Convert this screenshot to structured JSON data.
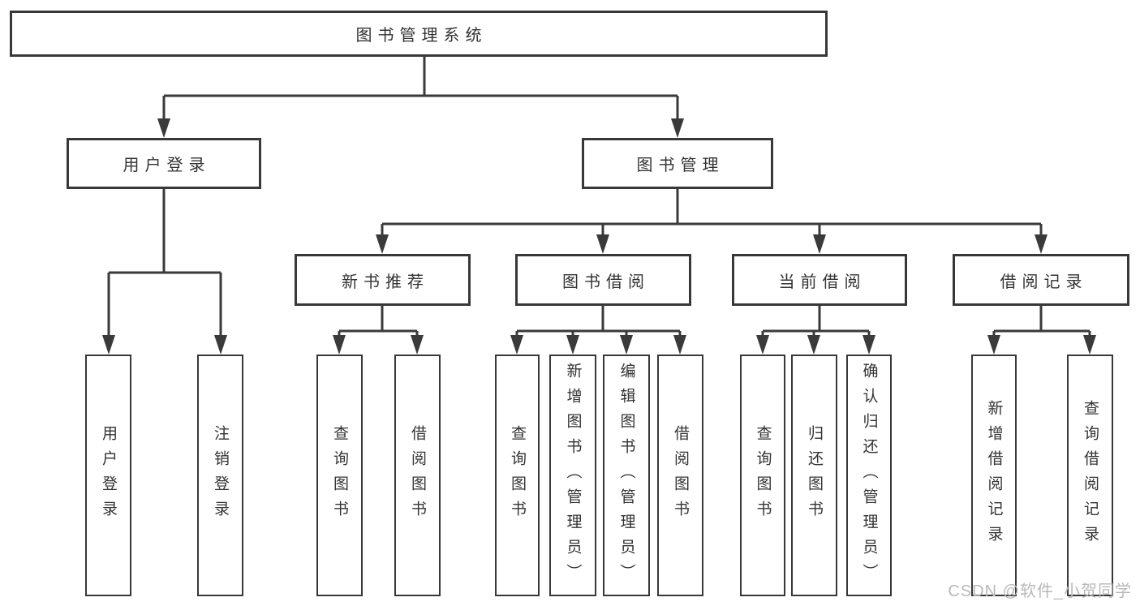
{
  "tree": {
    "root": {
      "label": "图书管理系统",
      "children": [
        {
          "label": "用户登录",
          "children": [
            {
              "label": "用户登录"
            },
            {
              "label": "注销登录"
            }
          ]
        },
        {
          "label": "图书管理",
          "children": [
            {
              "label": "新书推荐",
              "children": [
                {
                  "label": "查询图书"
                },
                {
                  "label": "借阅图书"
                }
              ]
            },
            {
              "label": "图书借阅",
              "children": [
                {
                  "label": "查询图书"
                },
                {
                  "label": "新增图书（管理员）"
                },
                {
                  "label": "编辑图书（管理员）"
                },
                {
                  "label": "借阅图书"
                }
              ]
            },
            {
              "label": "当前借阅",
              "children": [
                {
                  "label": "查询图书"
                },
                {
                  "label": "归还图书"
                },
                {
                  "label": "确认归还（管理员）"
                }
              ]
            },
            {
              "label": "借阅记录",
              "children": [
                {
                  "label": "新增借阅记录"
                },
                {
                  "label": "查询借阅记录"
                }
              ]
            }
          ]
        }
      ]
    }
  },
  "watermark": {
    "text": "CSDN @软件_小贺同学"
  },
  "colors": {
    "line": "#3a3a3a",
    "box_border": "#383838",
    "text": "#333333",
    "watermark": "#b9b9b9",
    "background": "#ffffff"
  }
}
